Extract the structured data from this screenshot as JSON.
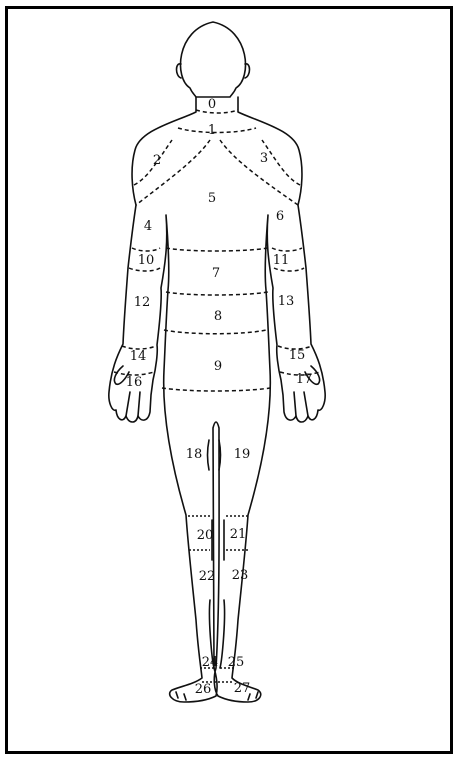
{
  "figure": {
    "regions": [
      {
        "label": "0"
      },
      {
        "label": "1"
      },
      {
        "label": "2"
      },
      {
        "label": "3"
      },
      {
        "label": "4"
      },
      {
        "label": "5"
      },
      {
        "label": "6"
      },
      {
        "label": "7"
      },
      {
        "label": "8"
      },
      {
        "label": "9"
      },
      {
        "label": "10"
      },
      {
        "label": "11"
      },
      {
        "label": "12"
      },
      {
        "label": "13"
      },
      {
        "label": "14"
      },
      {
        "label": "15"
      },
      {
        "label": "16"
      },
      {
        "label": "17"
      },
      {
        "label": "18"
      },
      {
        "label": "19"
      },
      {
        "label": "20"
      },
      {
        "label": "21"
      },
      {
        "label": "22"
      },
      {
        "label": "23"
      },
      {
        "label": "24"
      },
      {
        "label": "25"
      },
      {
        "label": "26"
      },
      {
        "label": "27"
      }
    ]
  }
}
